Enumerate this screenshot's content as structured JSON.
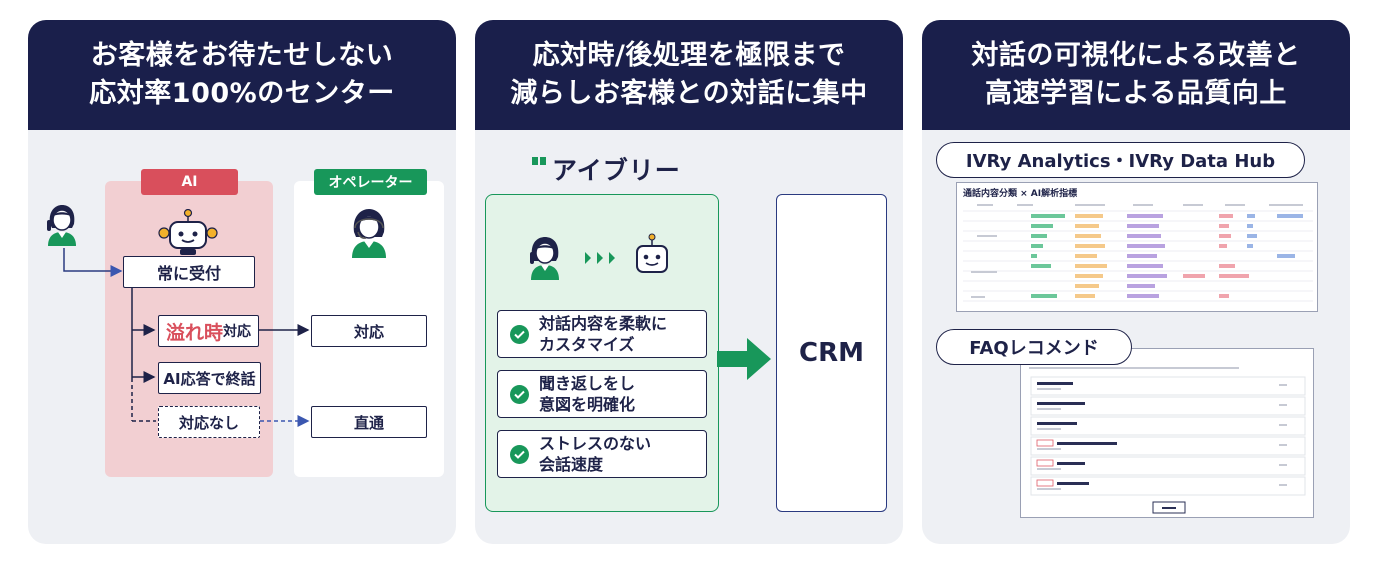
{
  "panels": [
    {
      "title_lines": [
        "お客様をお待たせしない",
        "応対率100%のセンター"
      ]
    },
    {
      "title_lines": [
        "応対時/後処理を極限まで",
        "減らしお客様との対話に集中"
      ]
    },
    {
      "title_lines": [
        "対話の可視化による改善と",
        "高速学習による品質向上"
      ]
    }
  ],
  "flow": {
    "ai_label": "AI",
    "operator_label": "オペレーター",
    "always_accept": "常に受付",
    "overflow_big": "溢れ時",
    "overflow_small": "対応",
    "ai_complete": "AI応答で終話",
    "no_response": "対応なし",
    "op_respond": "対応",
    "direct": "直通"
  },
  "ivry": {
    "logo_text": "アイブリー",
    "features": [
      [
        "対話内容を柔軟に",
        "カスタマイズ"
      ],
      [
        "聞き返しをし",
        "意図を明確化"
      ],
      [
        "ストレスのない",
        "会話速度"
      ]
    ],
    "crm": "CRM"
  },
  "analytics": {
    "pill": "IVRy Analytics・IVRy Data Hub",
    "table_title": "通話内容分類 × AI解析指標",
    "faq_pill": "FAQレコメンド"
  },
  "colors": {
    "navy": "#1a1f4b",
    "red": "#d94f5c",
    "green": "#18975a",
    "panel_bg": "#eef0f4"
  }
}
